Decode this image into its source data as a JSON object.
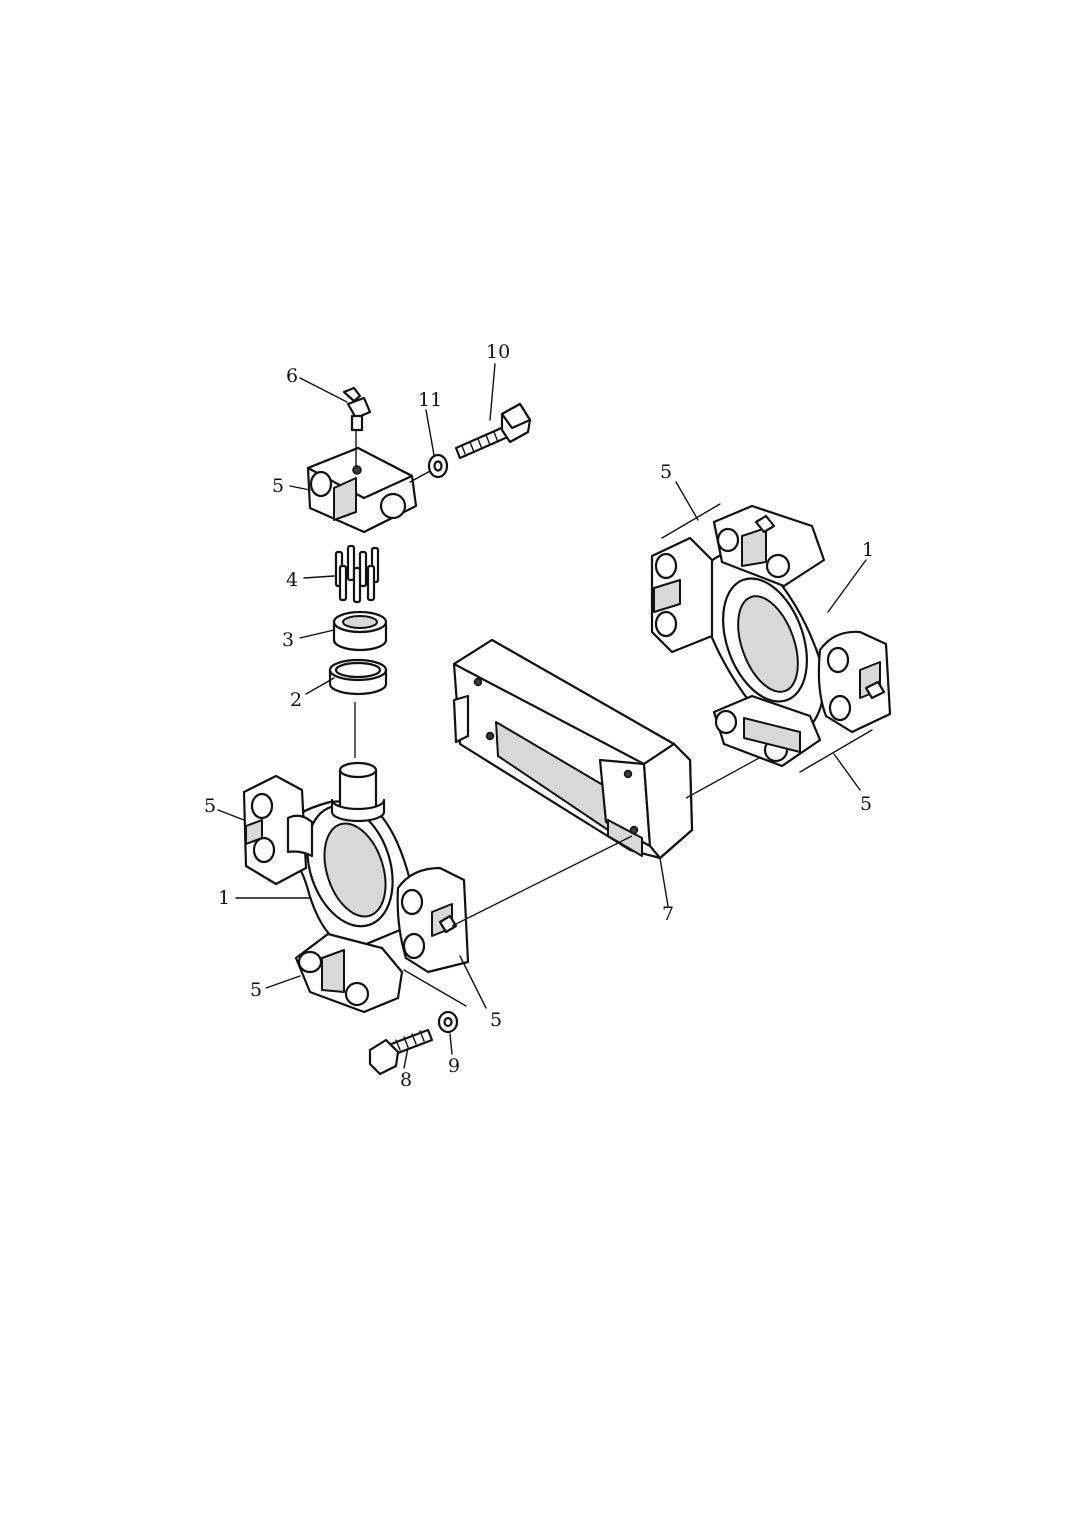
{
  "callouts": {
    "c_1_left": "1",
    "c_1_right": "1",
    "c_2": "2",
    "c_3": "3",
    "c_4": "4",
    "c_5_top": "5",
    "c_5_left_upper": "5",
    "c_5_left_lower": "5",
    "c_5_left_right": "5",
    "c_5_right_top": "5",
    "c_5_right_bottom": "5",
    "c_6": "6",
    "c_7": "7",
    "c_8": "8",
    "c_9": "9",
    "c_10": "10",
    "c_11": "11"
  }
}
